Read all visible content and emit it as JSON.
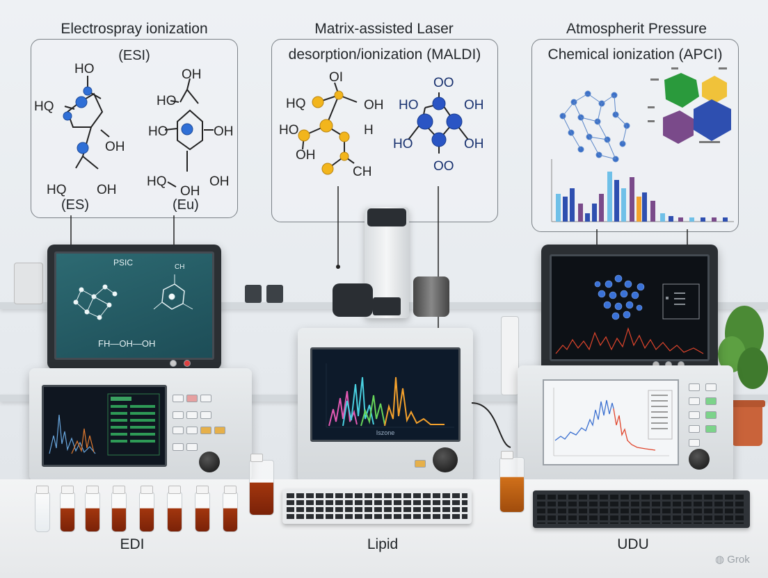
{
  "left": {
    "title": "Electrospray ionization",
    "subtitle": "(ESI)",
    "mol1": {
      "top": "HO",
      "left": "HQ",
      "right": "OH",
      "bottom_left": "HQ",
      "bottom_right": "OH"
    },
    "mol2": {
      "top": "OH",
      "left_top": "HO",
      "left": "HO",
      "right": "OH",
      "bottom_left": "HQ",
      "bottom_mid": "OH",
      "bottom_right": "OH"
    },
    "tag1": "(ES)",
    "tag2": "(Eu)",
    "monitor_title": "PSIC",
    "monitor_formula": "FH—OH—OH",
    "monitor_tag": "CH",
    "bench_label": "EDI"
  },
  "center": {
    "title_line1": "Matrix-assisted Laser",
    "title_line2": "desorption/ionization (MALDI)",
    "mol1": {
      "top": "OI",
      "left": "HQ",
      "right": "OH",
      "mid_left": "HO",
      "mid_right": "H",
      "low_left": "OH",
      "bottom_right": "CH"
    },
    "mol2": {
      "top": "OO",
      "left": "HO",
      "right": "OH",
      "low_left": "HO",
      "low_right": "OH",
      "bottom": "OO"
    },
    "screen_caption": "Iszone",
    "bench_label": "Lipid"
  },
  "right": {
    "title_line1": "Atmospherit Pressure",
    "title_line2": "Chemical ionization (APCI)",
    "bench_label": "UDU"
  },
  "watermark": "Grok",
  "colors": {
    "blue_atom": "#2f6fd6",
    "yellow_atom": "#f2b51c",
    "green_hex": "#2a9a3c",
    "purple_hex": "#7a4a8a",
    "spectrum_red": "#e0452c"
  }
}
